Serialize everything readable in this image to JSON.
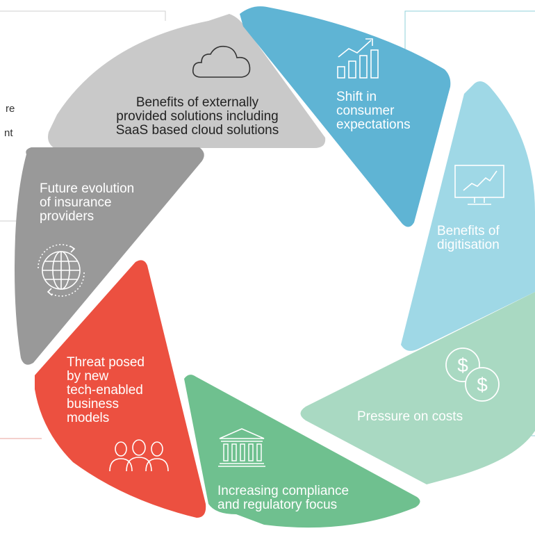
{
  "diagram": {
    "segments": [
      {
        "id": "saas",
        "color": "#c9c9c9",
        "text_color": "#222222",
        "lines": [
          "Benefits of externally",
          "provided solutions including",
          "SaaS based cloud solutions"
        ],
        "icon": "cloud-icon"
      },
      {
        "id": "consumer",
        "color": "#5fb4d4",
        "text_color": "#ffffff",
        "lines": [
          "Shift in",
          "consumer",
          "expectations"
        ],
        "icon": "bar-chart-growth-icon"
      },
      {
        "id": "digitisation",
        "color": "#9fd8e6",
        "text_color": "#ffffff",
        "lines": [
          "Benefits of",
          "digitisation"
        ],
        "icon": "monitor-chart-icon"
      },
      {
        "id": "costs",
        "color": "#a9d9c2",
        "text_color": "#ffffff",
        "lines": [
          "Pressure on costs"
        ],
        "icon": "dollar-coins-icon"
      },
      {
        "id": "compliance",
        "color": "#6fc08f",
        "text_color": "#ffffff",
        "lines": [
          "Increasing compliance",
          "and regulatory focus"
        ],
        "icon": "bank-building-icon"
      },
      {
        "id": "threat",
        "color": "#ec5040",
        "text_color": "#ffffff",
        "lines": [
          "Threat posed",
          "by new",
          "tech-enabled",
          "business",
          "models"
        ],
        "icon": "people-group-icon"
      },
      {
        "id": "future",
        "color": "#999999",
        "text_color": "#ffffff",
        "lines": [
          "Future evolution",
          "of insurance",
          "providers"
        ],
        "icon": "globe-refresh-icon"
      }
    ],
    "fragments": [
      "re",
      "nt"
    ],
    "frame_colors": {
      "gray": "#cfcfcf",
      "teal": "#8fd0da",
      "red": "#e8a29a"
    }
  }
}
